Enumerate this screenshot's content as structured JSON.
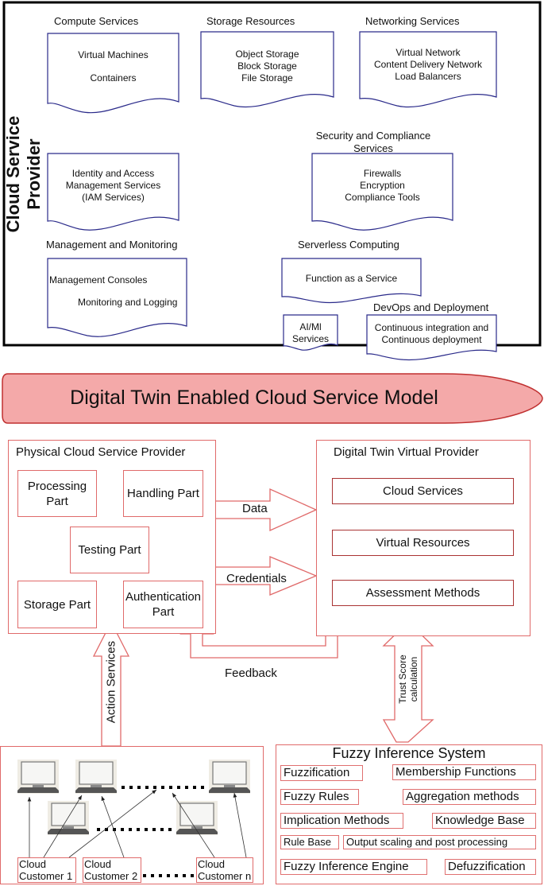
{
  "provider": {
    "title": "Cloud Service Provider",
    "compute": {
      "title": "Compute Services",
      "items": [
        "Virtual Machines",
        "Containers"
      ]
    },
    "storage": {
      "title": "Storage Resources",
      "items": [
        "Object Storage",
        "Block Storage",
        "File Storage"
      ]
    },
    "networking": {
      "title": "Networking Services",
      "items": [
        "Virtual Network",
        "Content Delivery Network",
        "Load Balancers"
      ]
    },
    "security": {
      "title_line1": "Security and Compliance",
      "title_line2": "Services",
      "items": [
        "Firewalls",
        "Encryption",
        "Compliance Tools"
      ]
    },
    "iam": {
      "items": [
        "Identity and Access",
        "Management Services",
        "(IAM Services)"
      ]
    },
    "management": {
      "title": "Management and Monitoring",
      "items": [
        "Management Consoles",
        "Monitoring and Logging"
      ]
    },
    "serverless": {
      "title": "Serverless Computing",
      "items": [
        "Function as a Service"
      ]
    },
    "ai": {
      "items": [
        "AI/Ml",
        "Services"
      ]
    },
    "devops": {
      "title": "DevOps and Deployment",
      "items": [
        "Continuous integration and",
        "Continuous deployment"
      ]
    }
  },
  "banner": {
    "title": "Digital Twin Enabled Cloud Service Model",
    "fill": "#f4a9a9",
    "stroke": "#c03030"
  },
  "physical": {
    "title": "Physical Cloud Service Provider",
    "parts": [
      "Processing Part",
      "Handling Part",
      "Testing Part",
      "Storage Part",
      "Authentication Part"
    ]
  },
  "digital_twin": {
    "title": "Digital Twin Virtual Provider",
    "items": [
      "Cloud Services",
      "Virtual Resources",
      "Assessment Methods"
    ]
  },
  "arrows": {
    "data": "Data",
    "credentials": "Credentials",
    "feedback": "Feedback",
    "action": "Action Services",
    "trust_line1": "Trust Score",
    "trust_line2": "calculation"
  },
  "customers": [
    "Cloud Customer 1",
    "Cloud Customer 2",
    "Cloud Customer n"
  ],
  "fuzzy": {
    "title": "Fuzzy Inference System",
    "items": [
      "Fuzzification",
      "Membership Functions",
      "Fuzzy Rules",
      "Aggregation methods",
      "Implication Methods",
      "Knowledge Base",
      "Rule Base",
      "Output scaling and post processing",
      "Fuzzy Inference Engine",
      "Defuzzification"
    ]
  },
  "colors": {
    "accent": "#e06a6a",
    "doc_stroke": "#2a2a8a"
  }
}
